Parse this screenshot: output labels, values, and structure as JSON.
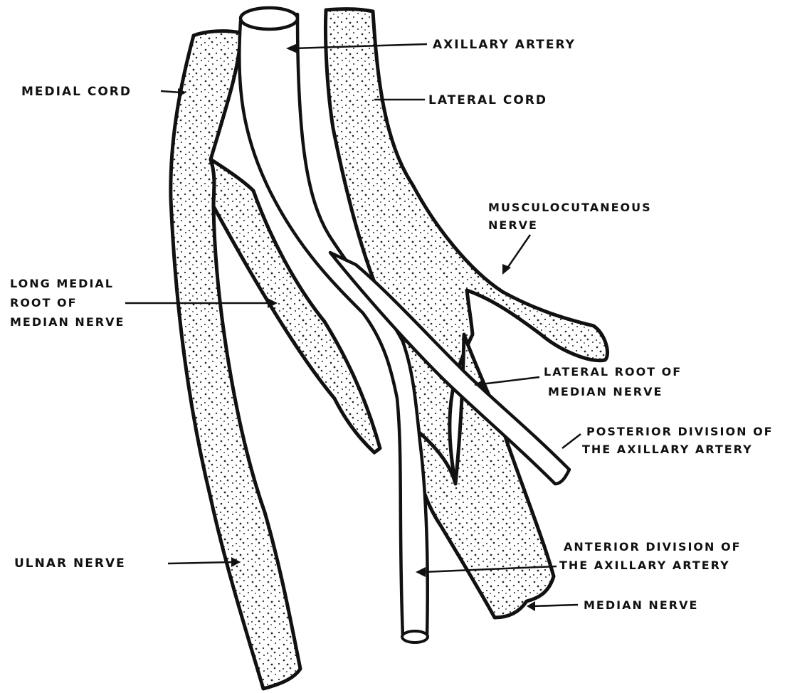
{
  "labels": {
    "axillary_artery": "AXILLARY ARTERY",
    "medial_cord": "MEDIAL CORD",
    "lateral_cord": "LATERAL CORD",
    "musculocutaneous_1": "MUSCULOCUTANEOUS",
    "musculocutaneous_2": "NERVE",
    "long_medial_1": "LONG MEDIAL",
    "long_medial_2": "ROOT OF",
    "long_medial_3": "MEDIAN NERVE",
    "lateral_root_1": "LATERAL ROOT OF",
    "lateral_root_2": "MEDIAN NERVE",
    "posterior_div_1": "POSTERIOR DIVISION OF",
    "posterior_div_2": "THE AXILLARY ARTERY",
    "anterior_div_1": "ANTERIOR DIVISION OF",
    "anterior_div_2": "THE AXILLARY ARTERY",
    "ulnar_nerve": "ULNAR NERVE",
    "median_nerve": "MEDIAN NERVE"
  },
  "colors": {
    "ink": "#111111",
    "paper": "#ffffff"
  }
}
